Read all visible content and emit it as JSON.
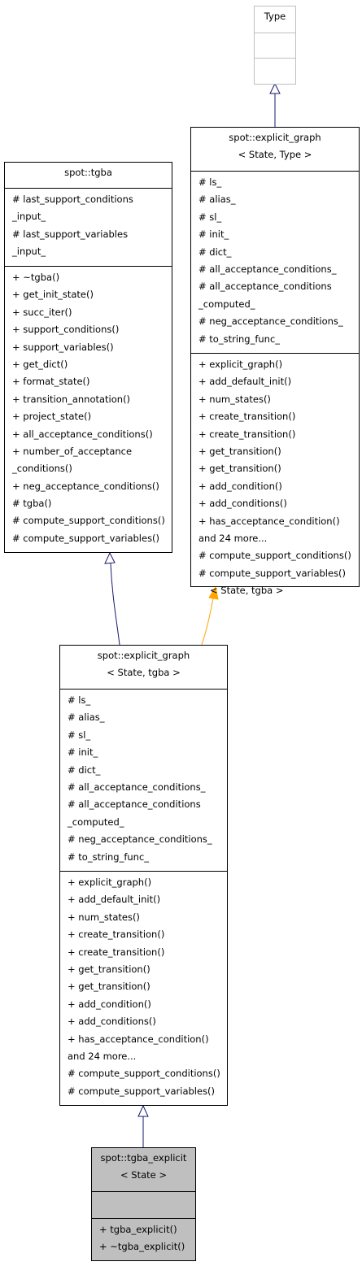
{
  "diagram": {
    "colors": {
      "inheritance_edge": "#191970",
      "template_edge": "#ffa500",
      "selected_fill": "#bfbfbf",
      "undocumented_border": "#bfbfbf"
    },
    "type_box": {
      "title": [
        "Type"
      ]
    },
    "explicit_graph_generic": {
      "title": [
        "spot::explicit_graph",
        "< State, Type >"
      ],
      "attributes": [
        "# ls_",
        "# alias_",
        "# sl_",
        "# init_",
        "# dict_",
        "# all_acceptance_conditions_",
        "# all_acceptance_conditions",
        "_computed_",
        "# neg_acceptance_conditions_",
        "# to_string_func_"
      ],
      "methods": [
        "+ explicit_graph()",
        "+ add_default_init()",
        "+ num_states()",
        "+ create_transition()",
        "+ create_transition()",
        "+ get_transition()",
        "+ get_transition()",
        "+ add_condition()",
        "+ add_conditions()",
        "+ has_acceptance_condition()",
        "and 24 more...",
        "# compute_support_conditions()",
        "# compute_support_variables()"
      ]
    },
    "tgba": {
      "title": [
        "spot::tgba"
      ],
      "attributes": [
        "# last_support_conditions",
        "_input_",
        "# last_support_variables",
        "_input_"
      ],
      "methods": [
        "+ ~tgba()",
        "+ get_init_state()",
        "+ succ_iter()",
        "+ support_conditions()",
        "+ support_variables()",
        "+ get_dict()",
        "+ format_state()",
        "+ transition_annotation()",
        "+ project_state()",
        "+ all_acceptance_conditions()",
        "+ number_of_acceptance",
        "_conditions()",
        "+ neg_acceptance_conditions()",
        "# tgba()",
        "# compute_support_conditions()",
        "# compute_support_variables()"
      ]
    },
    "template_edge_label": "< State, tgba >",
    "explicit_graph_tgba": {
      "title": [
        "spot::explicit_graph",
        "< State, tgba >"
      ],
      "attributes": [
        "# ls_",
        "# alias_",
        "# sl_",
        "# init_",
        "# dict_",
        "# all_acceptance_conditions_",
        "# all_acceptance_conditions",
        "_computed_",
        "# neg_acceptance_conditions_",
        "# to_string_func_"
      ],
      "methods": [
        "+ explicit_graph()",
        "+ add_default_init()",
        "+ num_states()",
        "+ create_transition()",
        "+ create_transition()",
        "+ get_transition()",
        "+ get_transition()",
        "+ add_condition()",
        "+ add_conditions()",
        "+ has_acceptance_condition()",
        "and 24 more...",
        "# compute_support_conditions()",
        "# compute_support_variables()"
      ]
    },
    "tgba_explicit": {
      "title": [
        "spot::tgba_explicit",
        "< State >"
      ],
      "attributes": [],
      "methods": [
        "+ tgba_explicit()",
        "+ ~tgba_explicit()"
      ]
    }
  }
}
